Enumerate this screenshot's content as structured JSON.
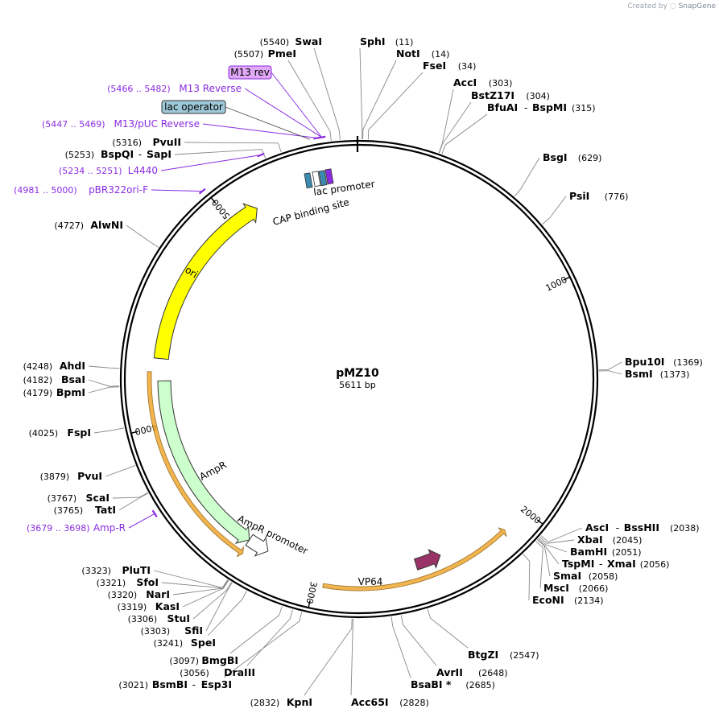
{
  "brand": {
    "prefix": "Created by",
    "name": "SnapGene"
  },
  "plasmid": {
    "name": "pMZ10",
    "length_label": "5611 bp",
    "length": 5611
  },
  "ticks": [
    {
      "bp": 1000,
      "label": "1000"
    },
    {
      "bp": 2000,
      "label": "2000"
    },
    {
      "bp": 3000,
      "label": "3000"
    },
    {
      "bp": 4000,
      "label": "4000"
    },
    {
      "bp": 5000,
      "label": "5000"
    }
  ],
  "sites": [
    {
      "names": [
        "SwaI"
      ],
      "pos": "(5540)",
      "bp": 5540,
      "side": "L"
    },
    {
      "names": [
        "PmeI"
      ],
      "pos": "(5507)",
      "bp": 5507,
      "side": "L"
    },
    {
      "names": [
        "SphI"
      ],
      "pos": "(11)",
      "bp": 11,
      "side": "R"
    },
    {
      "names": [
        "NotI"
      ],
      "pos": "(14)",
      "bp": 14,
      "side": "R"
    },
    {
      "names": [
        "FseI"
      ],
      "pos": "(34)",
      "bp": 34,
      "side": "R"
    },
    {
      "names": [
        "AccI"
      ],
      "pos": "(303)",
      "bp": 303,
      "side": "R"
    },
    {
      "names": [
        "BstZ17I"
      ],
      "pos": "(304)",
      "bp": 304,
      "side": "R"
    },
    {
      "names": [
        "BfuAI",
        "BspMI"
      ],
      "pos": "(315)",
      "bp": 315,
      "side": "R"
    },
    {
      "names": [
        "BsgI"
      ],
      "pos": "(629)",
      "bp": 629,
      "side": "R"
    },
    {
      "names": [
        "PsiI"
      ],
      "pos": "(776)",
      "bp": 776,
      "side": "R"
    },
    {
      "names": [
        "Bpu10I"
      ],
      "pos": "(1369)",
      "bp": 1369,
      "side": "R"
    },
    {
      "names": [
        "BsmI"
      ],
      "pos": "(1373)",
      "bp": 1373,
      "side": "R"
    },
    {
      "names": [
        "AscI",
        "BssHII"
      ],
      "pos": "(2038)",
      "bp": 2038,
      "side": "R"
    },
    {
      "names": [
        "XbaI"
      ],
      "pos": "(2045)",
      "bp": 2045,
      "side": "R"
    },
    {
      "names": [
        "BamHI"
      ],
      "pos": "(2051)",
      "bp": 2051,
      "side": "R"
    },
    {
      "names": [
        "TspMI",
        "XmaI"
      ],
      "pos": "(2056)",
      "bp": 2056,
      "side": "R"
    },
    {
      "names": [
        "SmaI"
      ],
      "pos": "(2058)",
      "bp": 2058,
      "side": "R"
    },
    {
      "names": [
        "MscI"
      ],
      "pos": "(2066)",
      "bp": 2066,
      "side": "R"
    },
    {
      "names": [
        "EcoNI"
      ],
      "pos": "(2134)",
      "bp": 2134,
      "side": "R"
    },
    {
      "names": [
        "BtgZI"
      ],
      "pos": "(2547)",
      "bp": 2547,
      "side": "R"
    },
    {
      "names": [
        "AvrII"
      ],
      "pos": "(2648)",
      "bp": 2648,
      "side": "R"
    },
    {
      "names": [
        "BsaBI *"
      ],
      "pos": "(2685)",
      "bp": 2685,
      "side": "R"
    },
    {
      "names": [
        "Acc65I"
      ],
      "pos": "(2828)",
      "bp": 2828,
      "side": "R"
    },
    {
      "names": [
        "KpnI"
      ],
      "pos": "(2832)",
      "bp": 2832,
      "side": "L"
    },
    {
      "names": [
        "BsmBI",
        "Esp3I"
      ],
      "pos": "(3021)",
      "bp": 3021,
      "side": "L"
    },
    {
      "names": [
        "DraIII"
      ],
      "pos": "(3056)",
      "bp": 3056,
      "side": "L"
    },
    {
      "names": [
        "BmgBI"
      ],
      "pos": "(3097)",
      "bp": 3097,
      "side": "L"
    },
    {
      "names": [
        "SpeI"
      ],
      "pos": "(3241)",
      "bp": 3241,
      "side": "L"
    },
    {
      "names": [
        "SfiI"
      ],
      "pos": "(3303)",
      "bp": 3303,
      "side": "L"
    },
    {
      "names": [
        "StuI"
      ],
      "pos": "(3306)",
      "bp": 3306,
      "side": "L"
    },
    {
      "names": [
        "KasI"
      ],
      "pos": "(3319)",
      "bp": 3319,
      "side": "L"
    },
    {
      "names": [
        "NarI"
      ],
      "pos": "(3320)",
      "bp": 3320,
      "side": "L"
    },
    {
      "names": [
        "SfoI"
      ],
      "pos": "(3321)",
      "bp": 3321,
      "side": "L"
    },
    {
      "names": [
        "PluTI"
      ],
      "pos": "(3323)",
      "bp": 3323,
      "side": "L"
    },
    {
      "names": [
        "TatI"
      ],
      "pos": "(3765)",
      "bp": 3765,
      "side": "L"
    },
    {
      "names": [
        "ScaI"
      ],
      "pos": "(3767)",
      "bp": 3767,
      "side": "L"
    },
    {
      "names": [
        "PvuI"
      ],
      "pos": "(3879)",
      "bp": 3879,
      "side": "L"
    },
    {
      "names": [
        "FspI"
      ],
      "pos": "(4025)",
      "bp": 4025,
      "side": "L"
    },
    {
      "names": [
        "BpmI"
      ],
      "pos": "(4179)",
      "bp": 4179,
      "side": "L"
    },
    {
      "names": [
        "BsaI"
      ],
      "pos": "(4182)",
      "bp": 4182,
      "side": "L"
    },
    {
      "names": [
        "AhdI"
      ],
      "pos": "(4248)",
      "bp": 4248,
      "side": "L"
    },
    {
      "names": [
        "AlwNI"
      ],
      "pos": "(4727)",
      "bp": 4727,
      "side": "L"
    },
    {
      "names": [
        "BspQI",
        "SapI"
      ],
      "pos": "(5253)",
      "bp": 5253,
      "side": "L"
    },
    {
      "names": [
        "PvuII"
      ],
      "pos": "(5316)",
      "bp": 5316,
      "side": "L"
    }
  ],
  "primers": [
    {
      "name": "M13 Reverse",
      "range": "(5466 .. 5482)",
      "bp": 5474
    },
    {
      "name": "M13/pUC Reverse",
      "range": "(5447 .. 5469)",
      "bp": 5458
    },
    {
      "name": "L4440",
      "range": "(5234 .. 5251)",
      "bp": 5242
    },
    {
      "name": "pBR322ori-F",
      "range": "(4981 .. 5000)",
      "bp": 4990
    },
    {
      "name": "Amp-R",
      "range": "(3679 .. 3698)",
      "bp": 3688
    }
  ],
  "boxed_labels": [
    {
      "text": "M13 rev",
      "fill": "#e0a8f7",
      "stroke": "#8a2be2",
      "bp": 5474
    },
    {
      "text": "lac operator",
      "fill": "#9fc9d9",
      "stroke": "#333333",
      "bp": 5430
    }
  ],
  "features": [
    {
      "name": "ori",
      "color": "#ffff00",
      "direction": "ccw-reversed",
      "start": 4300,
      "end": 5130
    },
    {
      "name": "AmpR",
      "color": "#ccffcc",
      "direction": "ccw",
      "start": 3340,
      "end": 4200
    },
    {
      "name": "AmpR promoter",
      "color": "#ffffff",
      "direction": "ccw",
      "start": 3240,
      "end": 3340
    },
    {
      "name": "VP64",
      "color": "#993366",
      "direction": "ccw",
      "start": 2420,
      "end": 2540
    }
  ],
  "orfs": [
    {
      "direction": "ccw",
      "start": 3330,
      "end": 4240
    },
    {
      "direction": "ccw",
      "start": 2120,
      "end": 2960
    }
  ],
  "small_features": [
    {
      "name": "lac promoter",
      "bp": 5440
    },
    {
      "name": "CAP binding site",
      "bp": 5380
    }
  ],
  "colors": {
    "primer": "#8a2be2",
    "orf": "#f0a830",
    "backbone": "#000000"
  }
}
